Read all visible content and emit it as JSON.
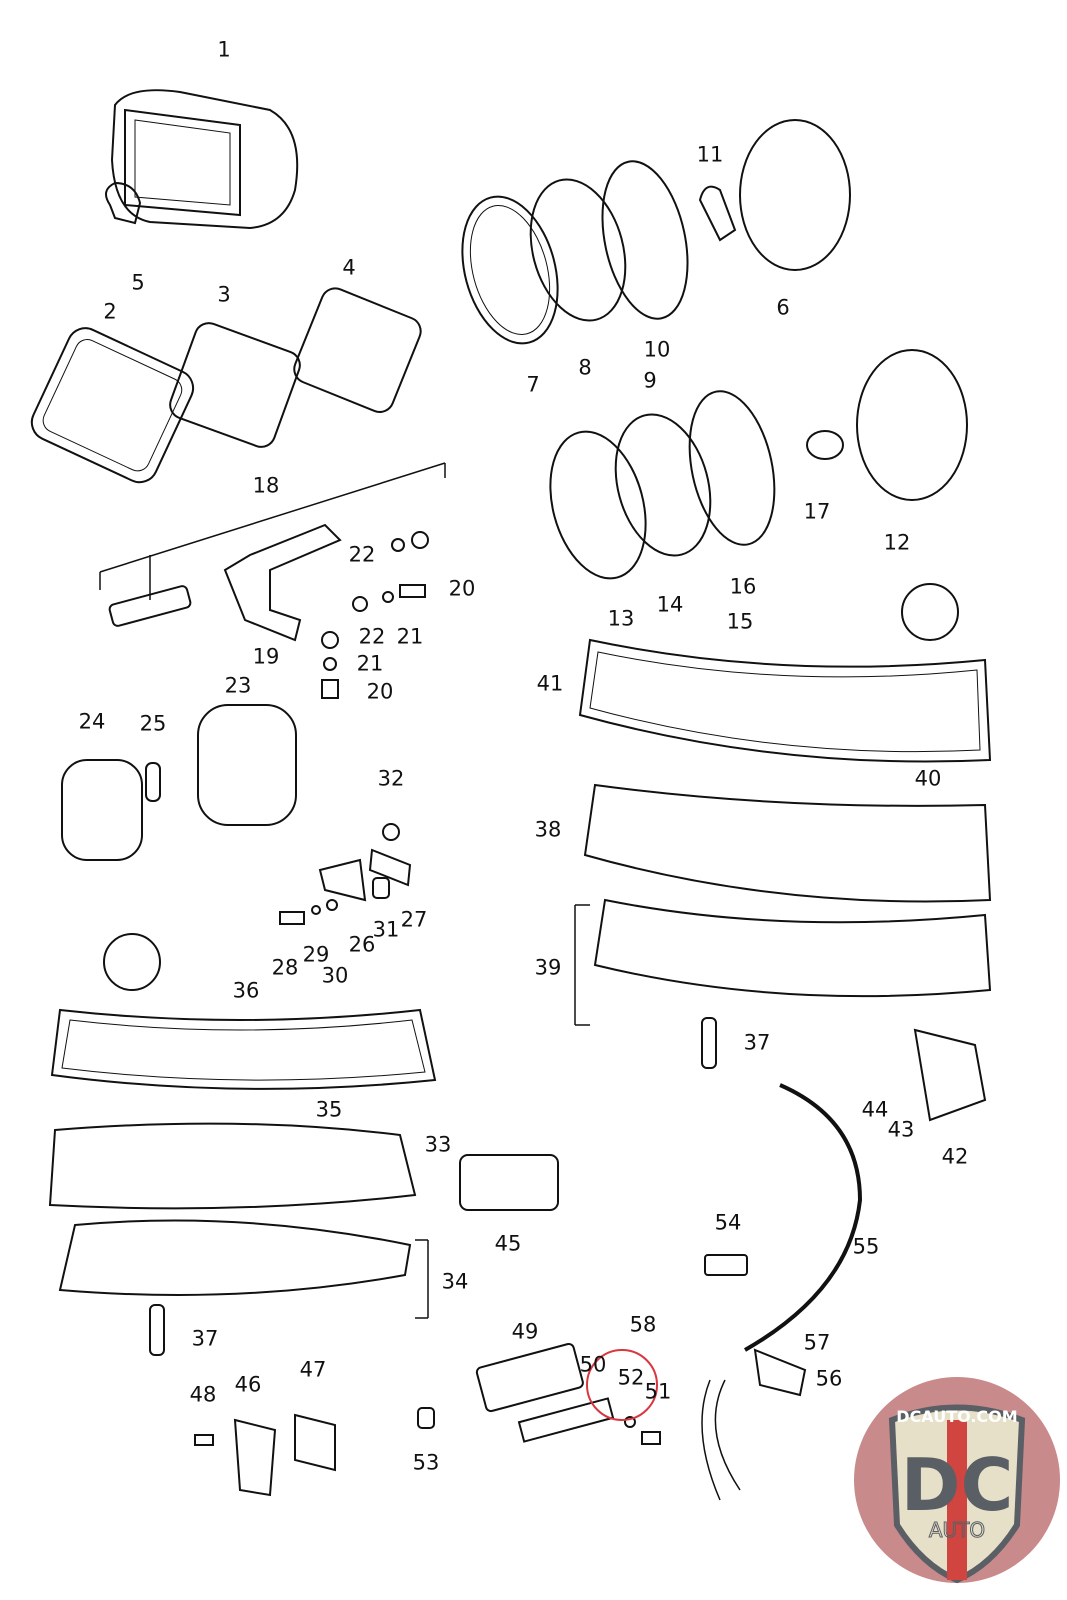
{
  "diagram": {
    "labels": [
      "1",
      "5",
      "2",
      "3",
      "4",
      "11",
      "6",
      "7",
      "8",
      "10",
      "9",
      "18",
      "22",
      "20",
      "21",
      "22",
      "21",
      "20",
      "19",
      "17",
      "12",
      "13",
      "14",
      "16",
      "15",
      "41",
      "40",
      "38",
      "39",
      "23",
      "24",
      "25",
      "32",
      "27",
      "31",
      "26",
      "29",
      "30",
      "28",
      "36",
      "37",
      "35",
      "33",
      "44",
      "43",
      "42",
      "45",
      "54",
      "55",
      "34",
      "37",
      "58",
      "57",
      "49",
      "50",
      "52",
      "51",
      "56",
      "48",
      "46",
      "47",
      "53"
    ],
    "highlighted_label": "52",
    "highlight_color": "#d9363e",
    "line_color": "#111111"
  },
  "logo": {
    "text_top": "DCAUTO.COM",
    "text_main": "DC",
    "text_bottom": "AUTO",
    "colors": {
      "circle": "#c98a8c",
      "shield": "#e6e0c8",
      "letters": "#5a5f66",
      "stripe": "#d0453f"
    }
  }
}
